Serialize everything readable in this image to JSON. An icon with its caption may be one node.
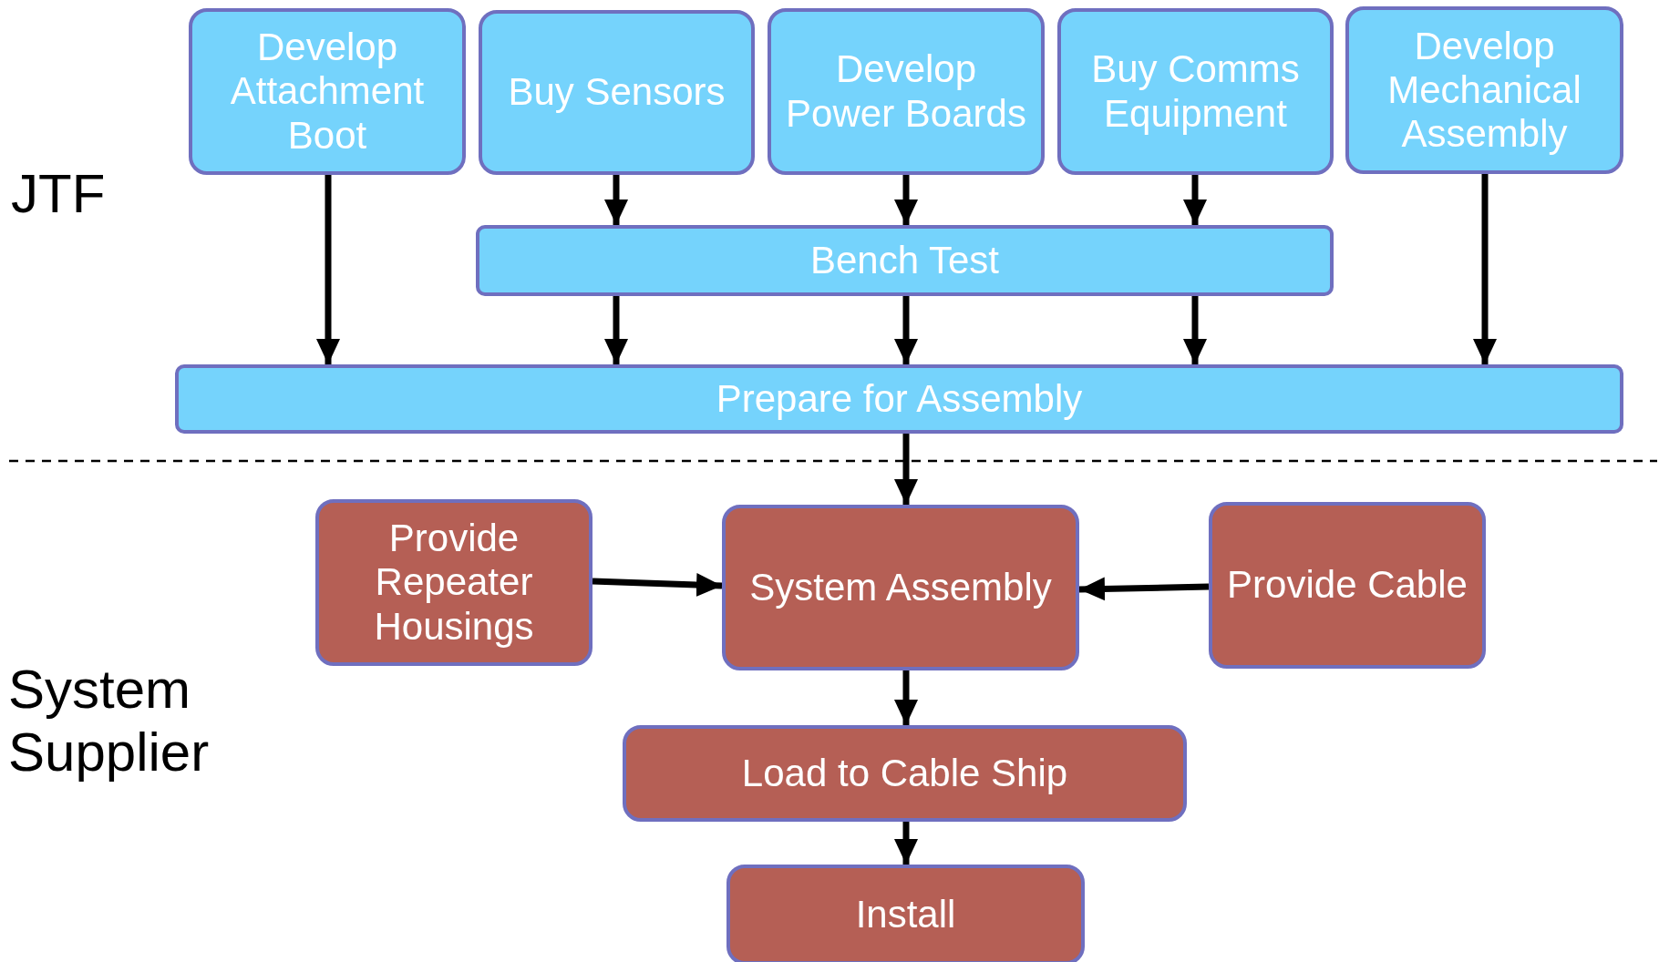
{
  "diagram": {
    "nodes": [
      {
        "text": [
          "Develop Attachment Boot"
        ]
      },
      {
        "text": [
          "Buy Sensors"
        ]
      },
      {
        "text": [
          "Develop Power Boards"
        ]
      },
      {
        "text": [
          "Buy Comms Equipment"
        ]
      },
      {
        "text": [
          "Develop Mechanical Assembly"
        ]
      },
      {
        "text": [
          "Bench Test"
        ]
      },
      {
        "text": [
          "Prepare for Assembly"
        ]
      },
      {
        "text": [
          "Provide Repeater Housings"
        ]
      },
      {
        "text": [
          "System Assembly"
        ]
      },
      {
        "text": [
          "Provide Cable"
        ]
      },
      {
        "text": [
          "Load to Cable Ship"
        ]
      },
      {
        "text": [
          "Install"
        ]
      }
    ],
    "edges": [
      {
        "from": 0,
        "to": 6,
        "arrow": "to"
      },
      {
        "from": 1,
        "to": 5,
        "arrow": "to"
      },
      {
        "from": 2,
        "to": 5,
        "arrow": "to"
      },
      {
        "from": 3,
        "to": 5,
        "arrow": "to"
      },
      {
        "from": 5,
        "to": 6,
        "arrow": "to"
      },
      {
        "from": 5,
        "to": 6,
        "arrow": "to"
      },
      {
        "from": 5,
        "to": 6,
        "arrow": "to"
      },
      {
        "from": 4,
        "to": 6,
        "arrow": "to"
      },
      {
        "from": 6,
        "to": 8,
        "arrow": "to"
      },
      {
        "from": 7,
        "to": 8,
        "arrow": "to"
      },
      {
        "from": 9,
        "to": 8,
        "arrow": "to"
      },
      {
        "from": 8,
        "to": 10,
        "arrow": "to"
      },
      {
        "from": 10,
        "to": 11,
        "arrow": "to"
      }
    ],
    "labels": [
      "JTF",
      "System Supplier"
    ]
  }
}
